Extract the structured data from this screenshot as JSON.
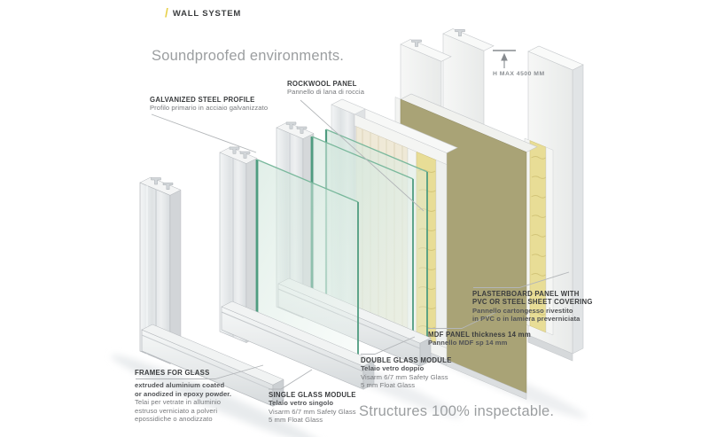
{
  "header": {
    "slash": "/",
    "title": "WALL SYSTEM"
  },
  "taglines": {
    "soundproofed": "Soundproofed environments.",
    "inspectable": "Structures 100% inspectable."
  },
  "dimension": {
    "label": "H MAX 4500 MM"
  },
  "callouts": {
    "galvanized_steel_profile": {
      "title": "GALVANIZED STEEL PROFILE",
      "sub1": "Profilo primario in acciaio galvanizzato"
    },
    "rockwool_panel": {
      "title": "ROCKWOOL PANEL",
      "sub1": "Pannello di lana di roccia"
    },
    "plasterboard_panel": {
      "title1": "PLASTERBOARD PANEL WITH",
      "title2": "PVC OR STEEL SHEET COVERING",
      "sub1": "Pannello cartongesso rivestito",
      "sub2": "in PVC o in lamiera preverniciata"
    },
    "mdf_panel": {
      "title": "MDF PANEL thickness 14 mm",
      "sub1": "Pannello MDF sp 14 mm"
    },
    "double_glass_module": {
      "title": "DOUBLE GLASS MODULE",
      "subtitle": "Telaio vetro doppio",
      "spec1": "Visarm 6/7 mm Safety Glass",
      "spec2": "5 mm Float Glass"
    },
    "single_glass_module": {
      "title": "SINGLE GLASS MODULE",
      "subtitle": "Telaio vetro singolo",
      "spec1": "Visarm 6/7 mm Safety Glass",
      "spec2": "5 mm Float Glass"
    },
    "frames_for_glass": {
      "title": "FRAMES FOR GLASS",
      "bold1": "extruded aluminium coated",
      "bold2": "or anodized in epoxy powder.",
      "sub1": "Telai per vetrate in alluminio",
      "sub2": "estruso verniciato a polveri",
      "sub3": "epossidiche o anodizzato"
    }
  },
  "colors": {
    "accent_yellow": "#e7d14b",
    "rockwool": "#e8dd96",
    "plasterboard_cover": "#a9a376",
    "mdf_cream": "#efe9d7",
    "glass_edge": "#4f9c80",
    "aluminium_light": "#e9ebec",
    "leader_gray": "#b3b6b9",
    "text_gray": "#9b9ea0",
    "label_dark": "#3a3c3e",
    "label_bold_gray": "#515356",
    "label_body_gray": "#77797c"
  }
}
